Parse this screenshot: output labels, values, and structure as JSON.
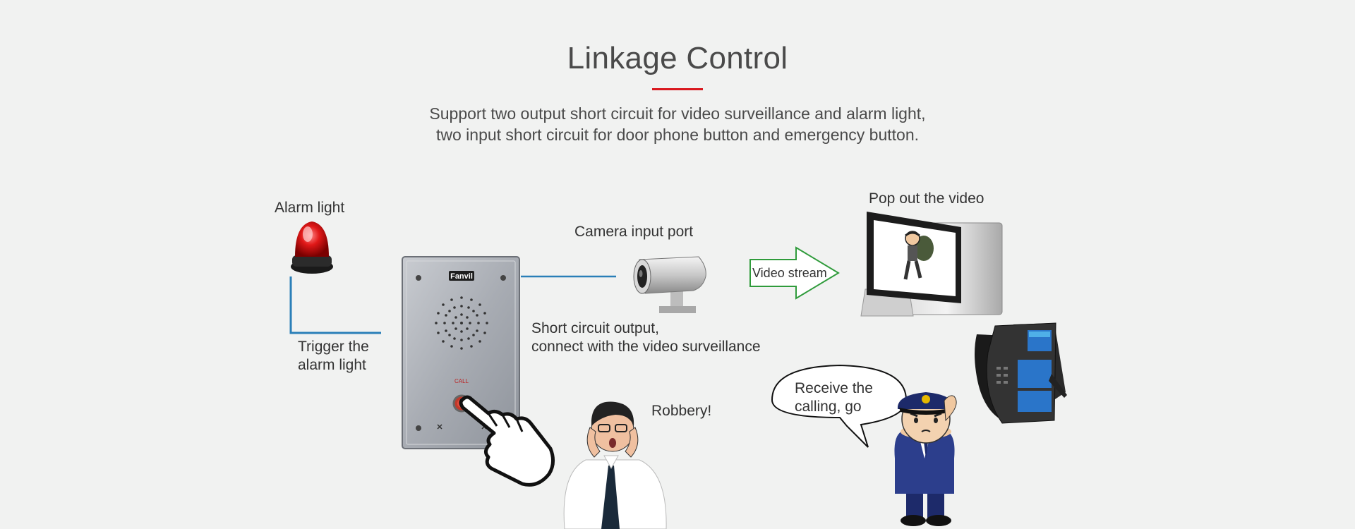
{
  "header": {
    "title": "Linkage Control",
    "subtitle_line1": "Support two output short circuit for video surveillance and alarm light,",
    "subtitle_line2": "two input short circuit for door phone button and emergency button."
  },
  "labels": {
    "alarm_light": "Alarm light",
    "trigger_line1": "Trigger the",
    "trigger_line2": "alarm light",
    "camera_port": "Camera input port",
    "short_circuit_line1": "Short circuit output,",
    "short_circuit_line2": "connect with the video surveillance",
    "video_stream": "Video stream",
    "pop_out": "Pop out the video",
    "receive_line1": "Receive the",
    "receive_line2": "calling, go",
    "robbery": "Robbery!",
    "brand_logo": "Fanvil",
    "call_label": "CALL"
  },
  "colors": {
    "accent": "#d9181e",
    "wire": "#2a7fb8",
    "arrow": "#2f9b3b"
  }
}
